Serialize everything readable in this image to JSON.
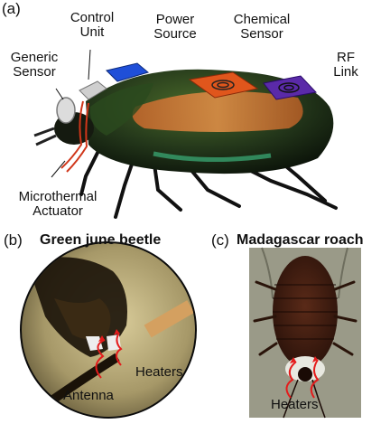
{
  "panel_a": {
    "tag": "(a)",
    "labels": {
      "generic_sensor_1": "Generic",
      "generic_sensor_2": "Sensor",
      "control_unit_1": "Control",
      "control_unit_2": "Unit",
      "power_source_1": "Power",
      "power_source_2": "Source",
      "chemical_sensor_1": "Chemical",
      "chemical_sensor_2": "Sensor",
      "rf_link_1": "RF",
      "rf_link_2": "Link",
      "microthermal_1": "Microthermal",
      "microthermal_2": "Actuator"
    },
    "colors": {
      "power_source": "#1f4fd8",
      "chemical_sensor": "#e0561c",
      "rf_link": "#5a2aa8",
      "actuator_wire": "#d0361a"
    }
  },
  "panel_b": {
    "tag": "(b)",
    "title": "Green june beetle",
    "labels": {
      "heaters": "Heaters",
      "antenna": "Antenna"
    }
  },
  "panel_c": {
    "tag": "(c)",
    "title": "Madagascar roach",
    "labels": {
      "heaters": "Heaters"
    }
  },
  "colors": {
    "annotation_arrow": "#e51b1b"
  }
}
